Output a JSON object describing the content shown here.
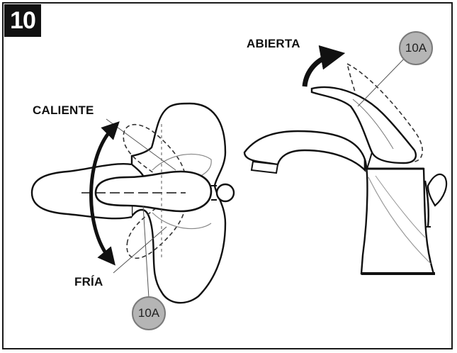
{
  "figure": {
    "step_number": "10",
    "labels": {
      "hot": "CALIENTE",
      "cold": "FRÍA",
      "open": "ABIERTA"
    },
    "callouts": {
      "handle_top_view": "10A",
      "handle_side_view": "10A"
    }
  }
}
